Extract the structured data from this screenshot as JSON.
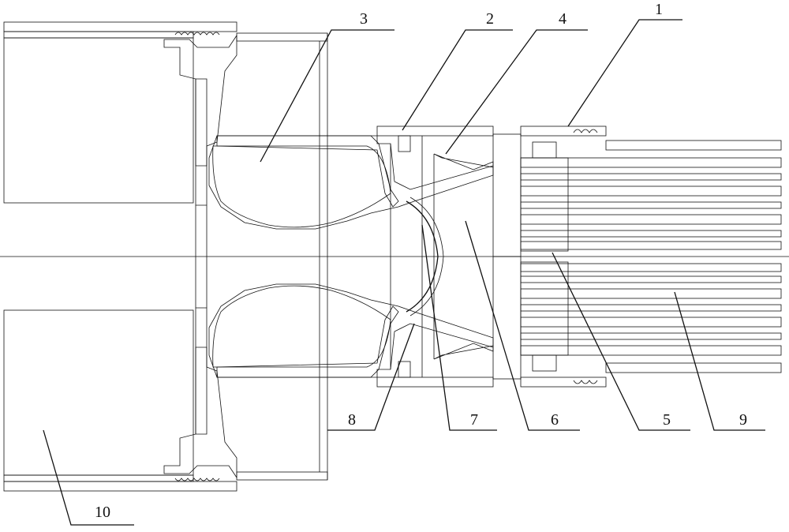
{
  "figure": {
    "labels": {
      "l1": "1",
      "l2": "2",
      "l3": "3",
      "l4": "4",
      "l5": "5",
      "l6": "6",
      "l7": "7",
      "l8": "8",
      "l9": "9",
      "l10": "10"
    },
    "colors": {
      "line": "#111111",
      "background": "#ffffff"
    }
  }
}
